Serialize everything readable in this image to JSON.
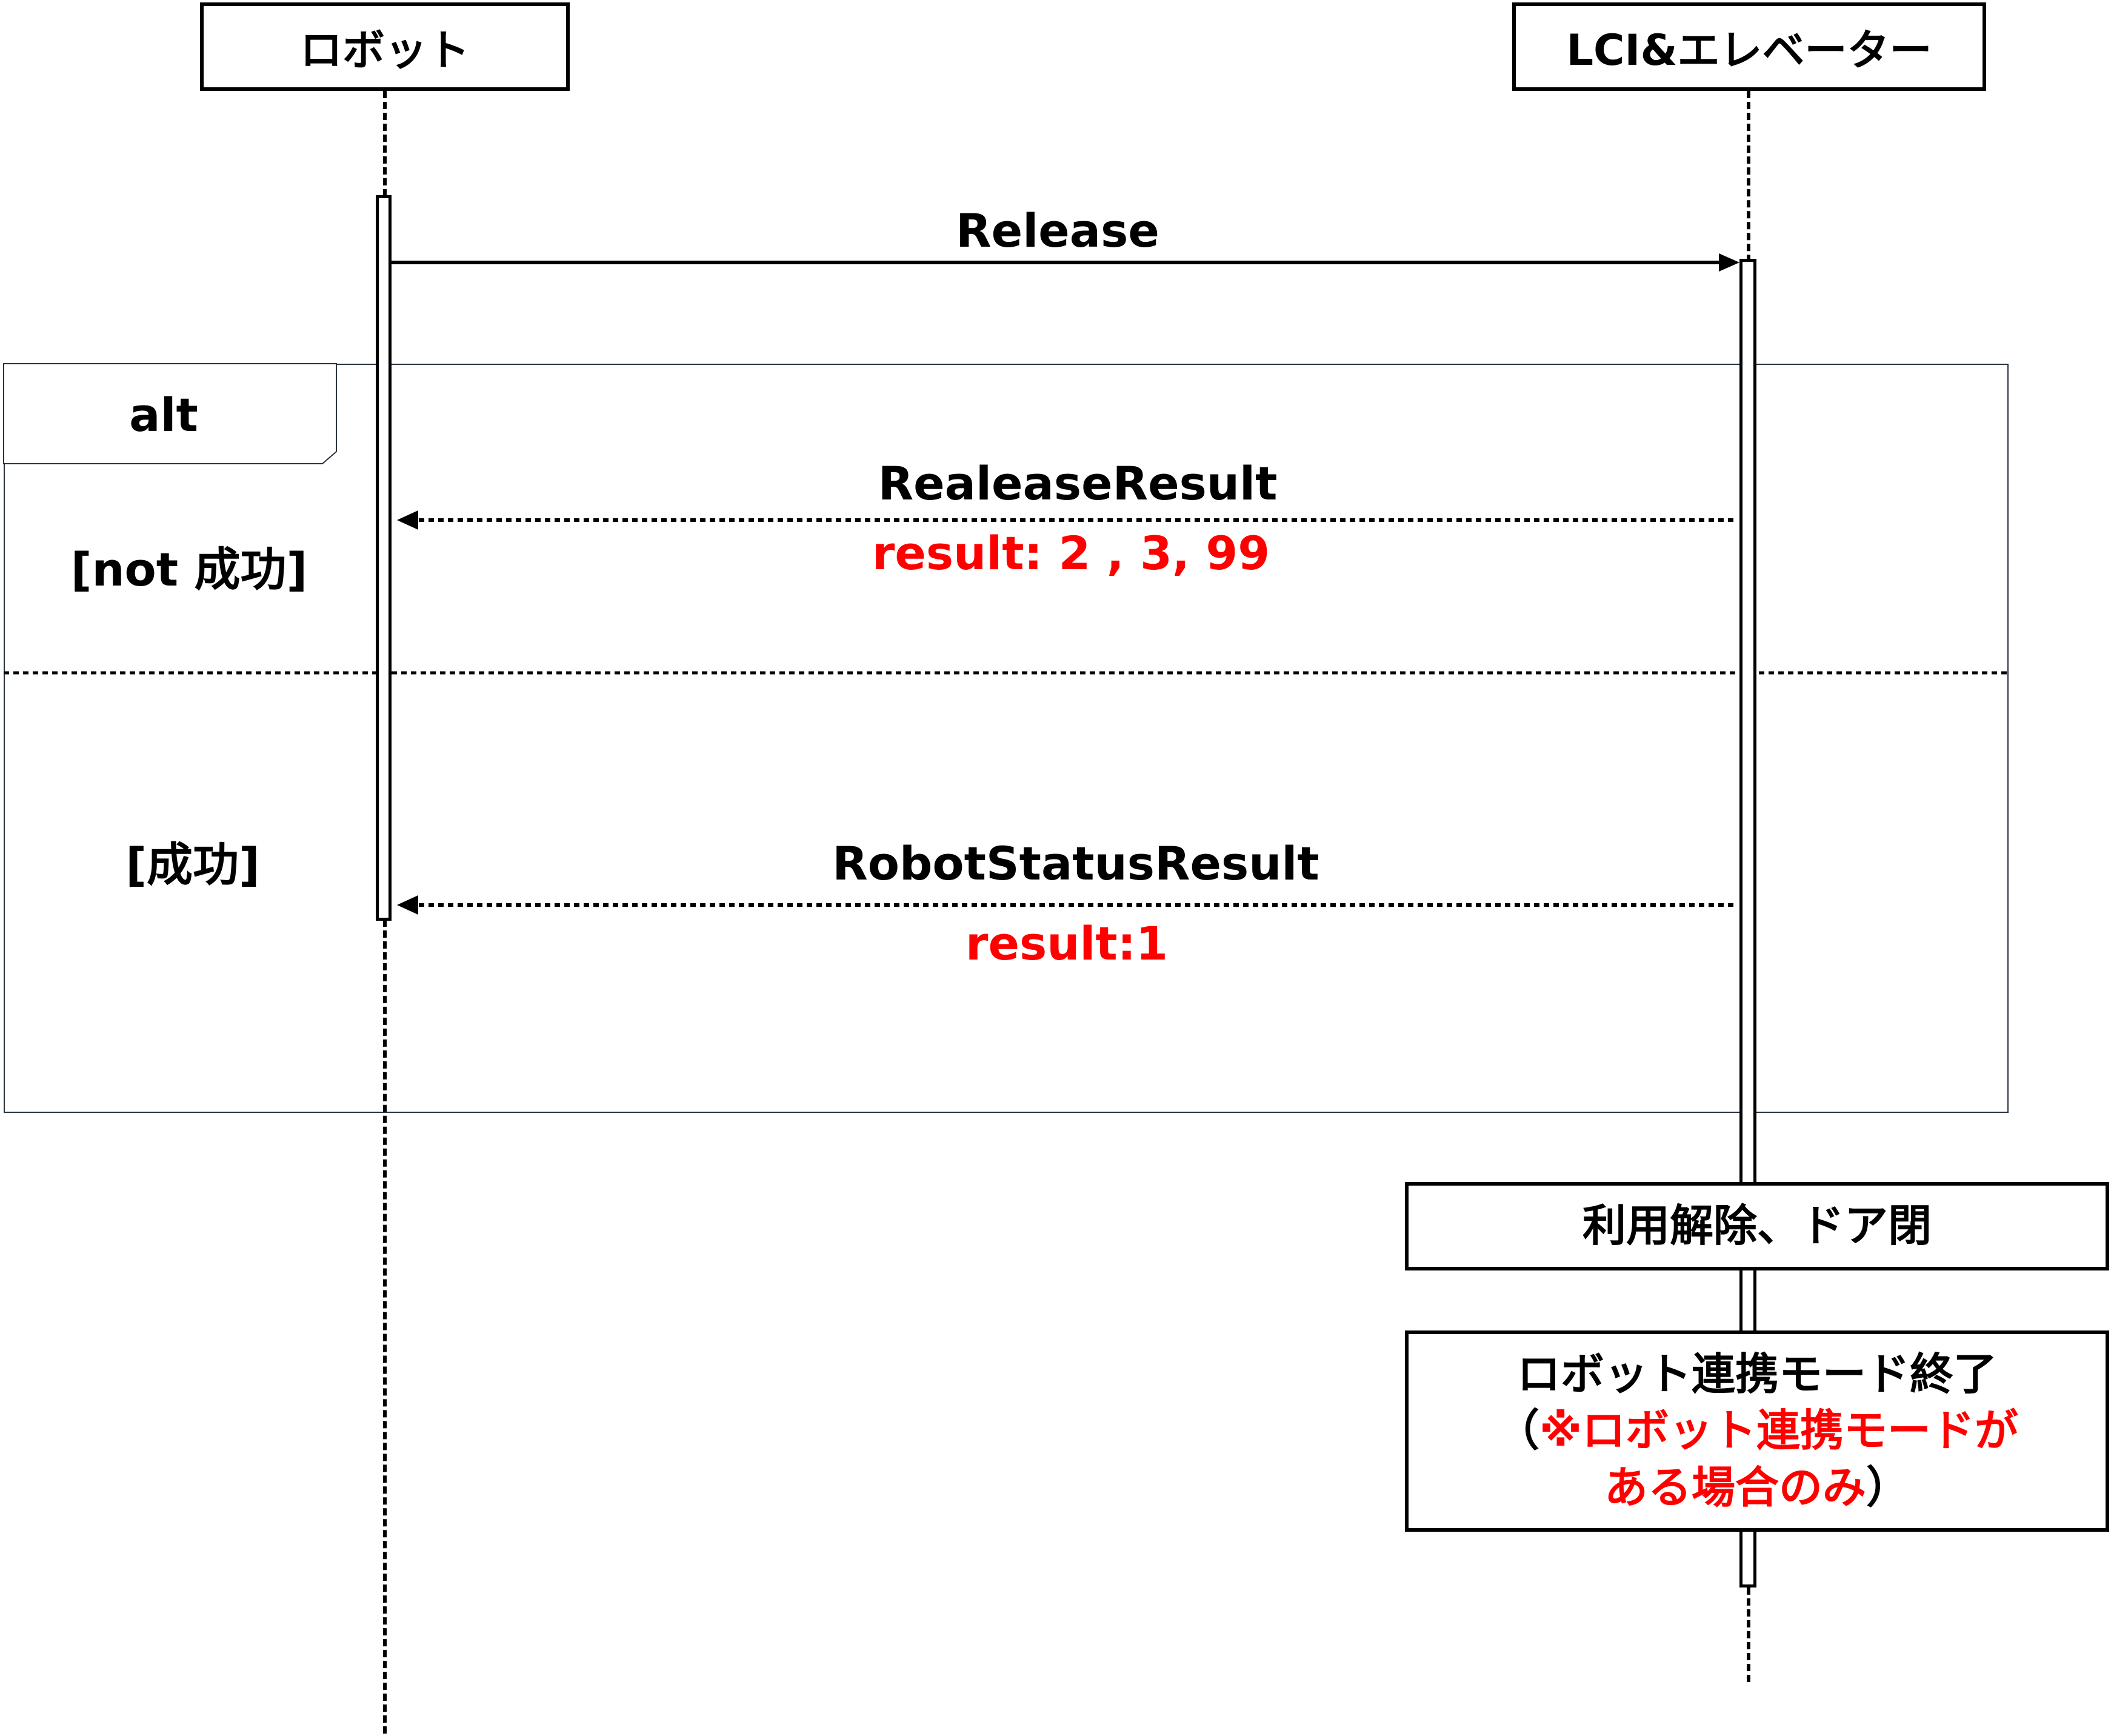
{
  "participants": {
    "robot": {
      "label": "ロボット"
    },
    "lci": {
      "label": "LCI&エレベーター"
    }
  },
  "messages": [
    {
      "label": "Release",
      "from": "robot",
      "to": "lci",
      "style": "solid"
    },
    {
      "label": "RealeaseResult",
      "detail": "result: 2 , 3, 99",
      "from": "lci",
      "to": "robot",
      "style": "dotted"
    },
    {
      "label": "RobotStatusResult",
      "detail": "result:1",
      "from": "lci",
      "to": "robot",
      "style": "dotted"
    }
  ],
  "alt_frame": {
    "label": "alt",
    "guards": [
      "[not 成功]",
      "[成功]"
    ]
  },
  "notes": {
    "release_door": "利用解除、ドア閉",
    "end_mode": {
      "line1": "ロボット連携モード終了",
      "paren_open": "（",
      "red_text_1": "※ロボット連携モードが",
      "red_text_2": "ある場合のみ",
      "paren_close": "）"
    }
  },
  "colors": {
    "line": "#000000",
    "highlight": "#ff0000",
    "frame": "#2a3440"
  }
}
